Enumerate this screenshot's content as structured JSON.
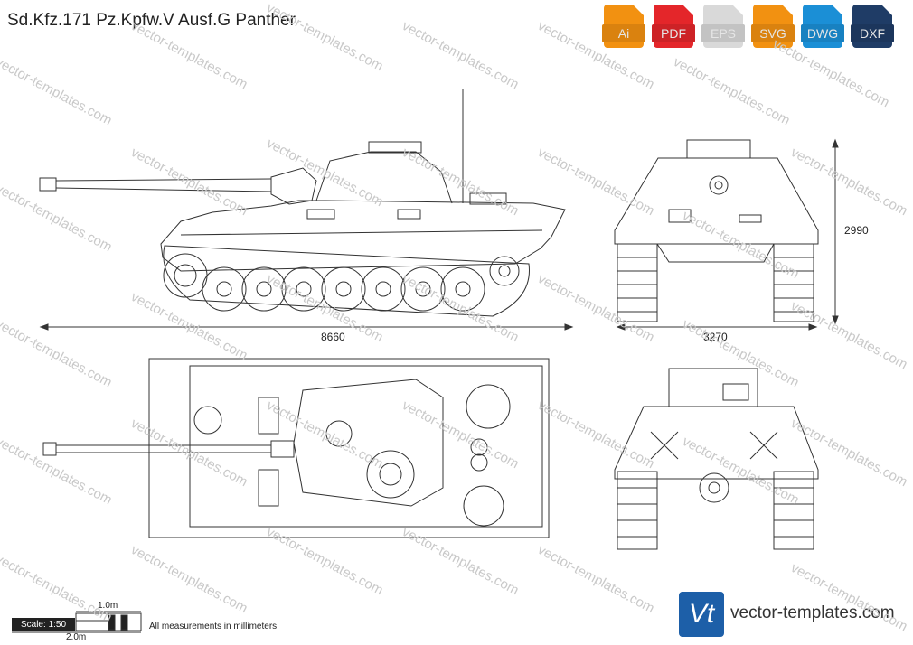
{
  "title": "Sd.Kfz.171 Pz.Kpfw.V Ausf.G Panther",
  "formats": [
    {
      "label": "Ai",
      "color": "#f29111"
    },
    {
      "label": "PDF",
      "color": "#e4262a"
    },
    {
      "label": "EPS",
      "color": "#d9d9d9"
    },
    {
      "label": "SVG",
      "color": "#f29111"
    },
    {
      "label": "DWG",
      "color": "#1b8fd6"
    },
    {
      "label": "DXF",
      "color": "#1f3c66"
    }
  ],
  "dimensions": {
    "length": "8660",
    "width": "3270",
    "height": "2990"
  },
  "scale": {
    "label": "Scale: 1:50",
    "one_m": "1.0m",
    "two_m": "2.0m"
  },
  "note": "All measurements in millimeters.",
  "brand": {
    "logo_text": "Vt",
    "url": "vector-templates.com"
  },
  "watermark": "vector-templates.com"
}
